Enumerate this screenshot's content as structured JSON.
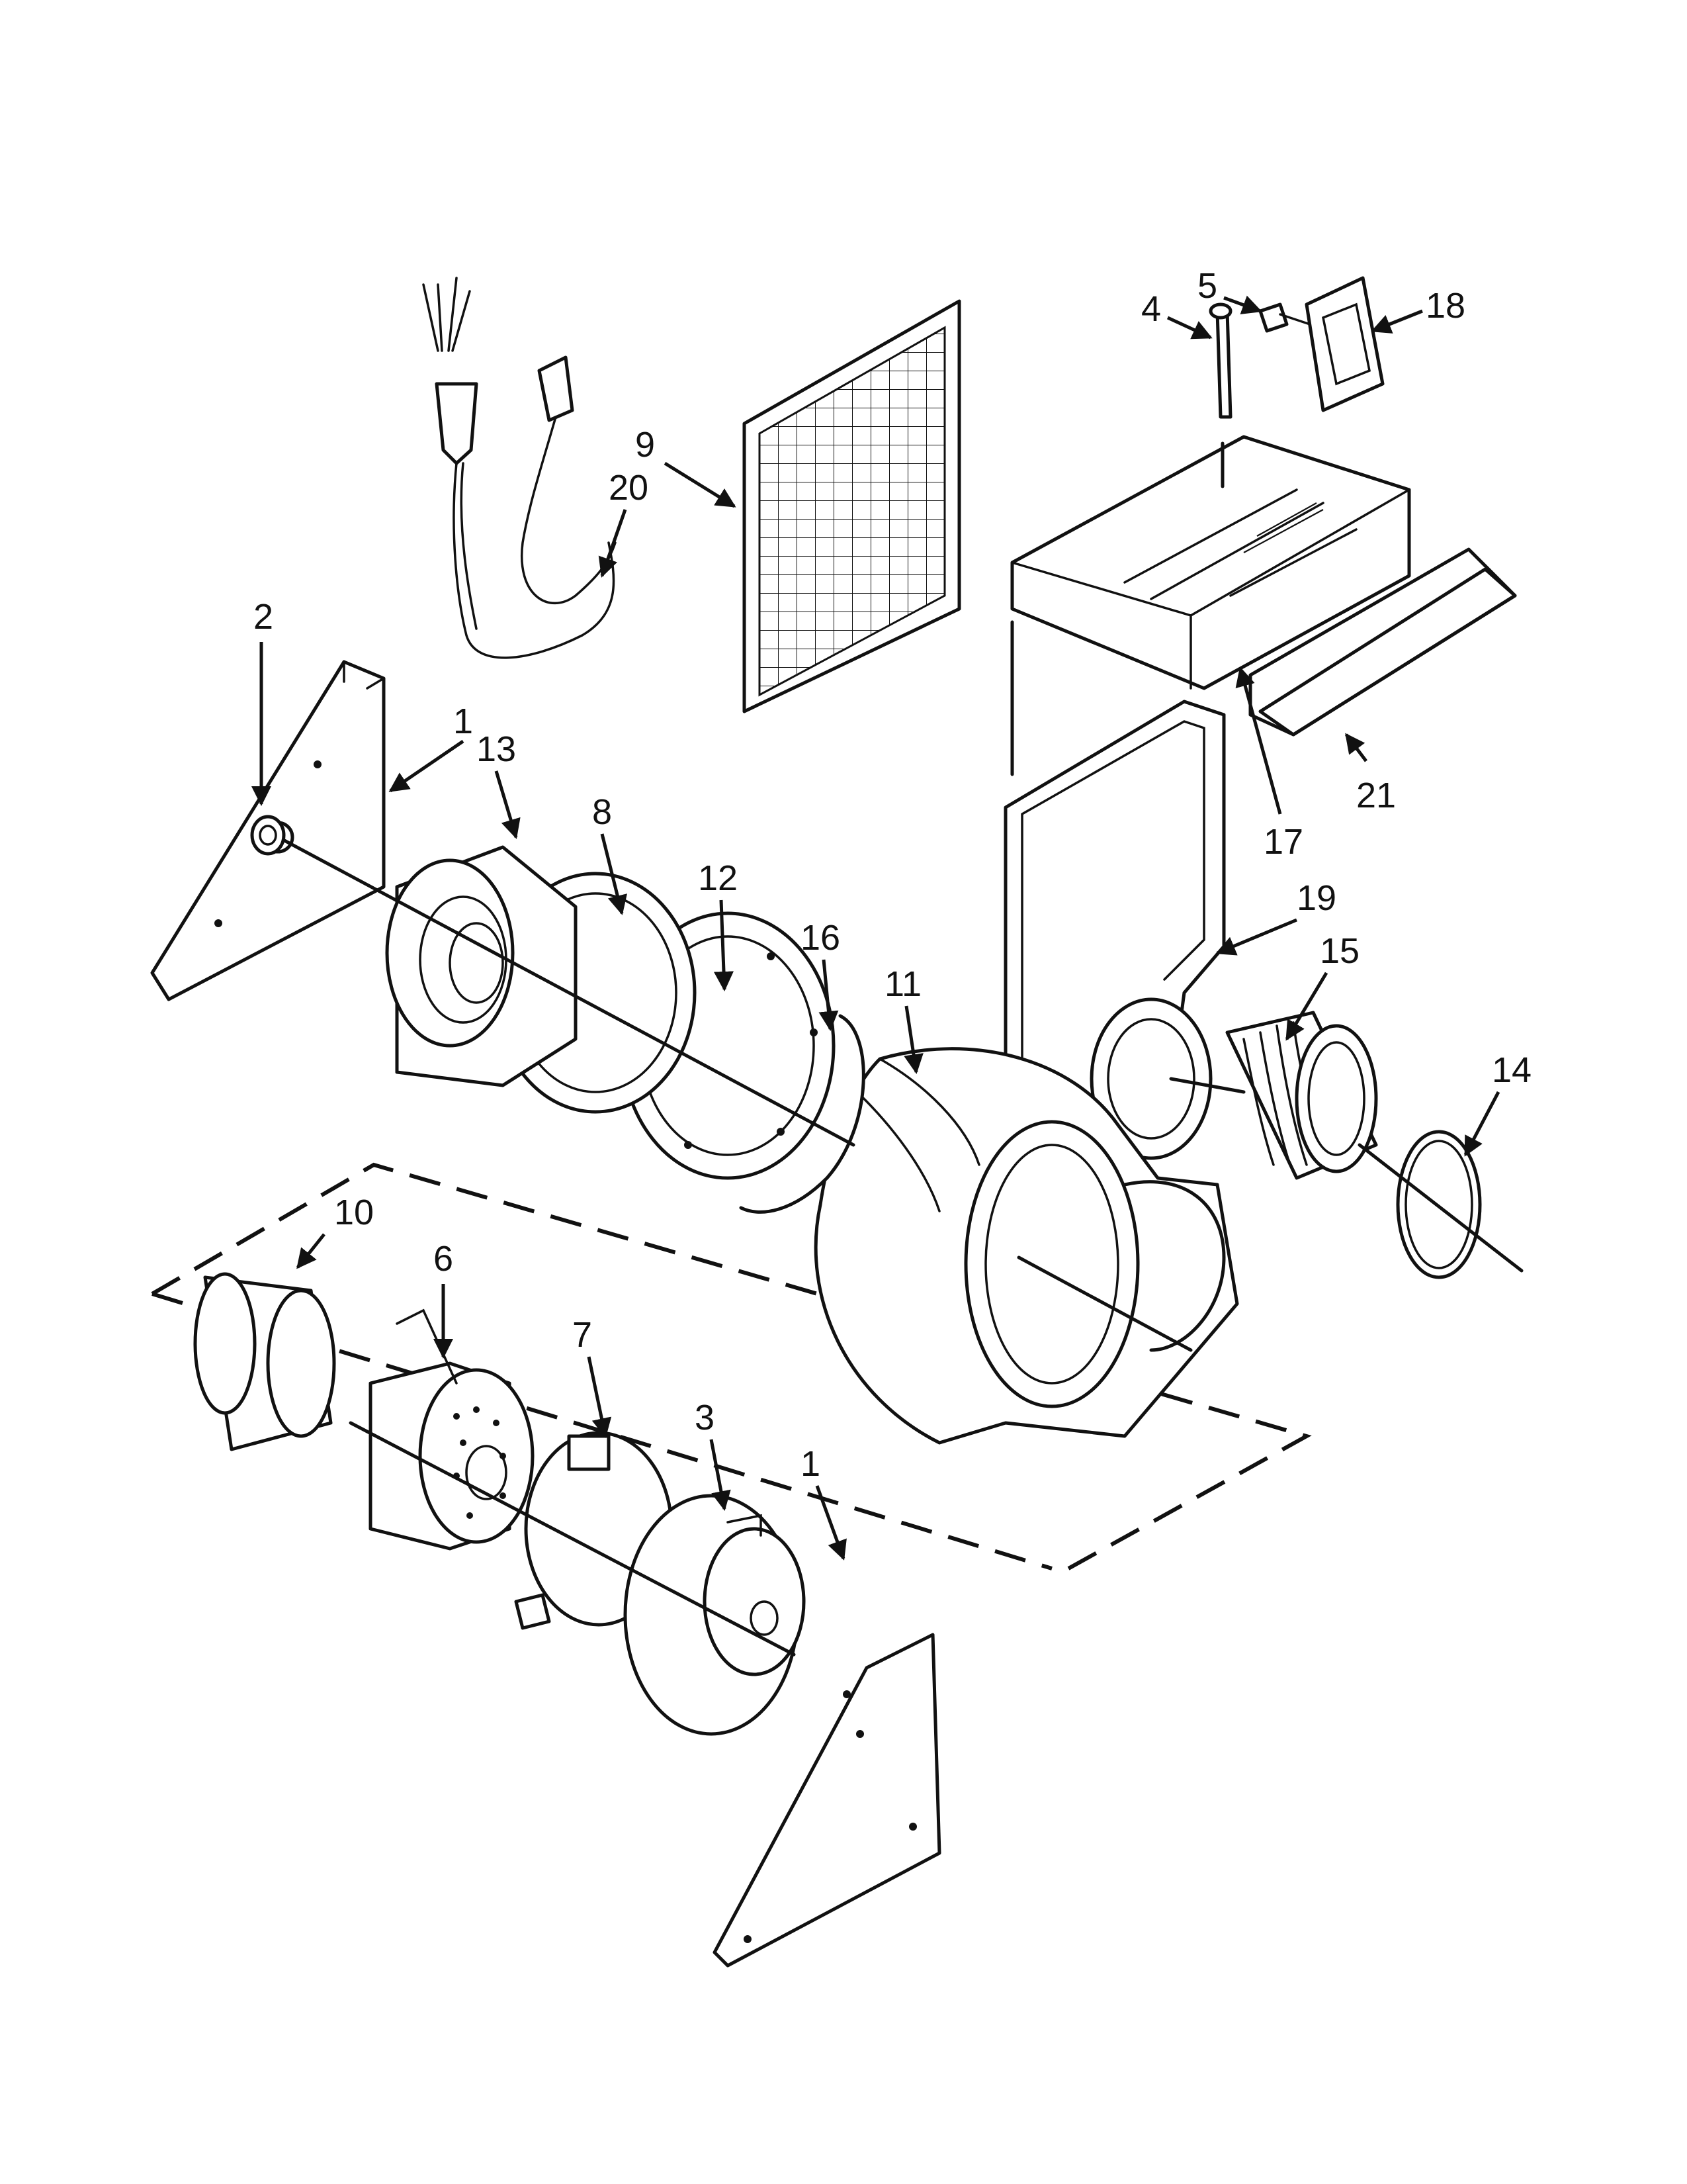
{
  "callouts": [
    {
      "id": "c1a",
      "label": "1"
    },
    {
      "id": "c1b",
      "label": "1"
    },
    {
      "id": "c2",
      "label": "2"
    },
    {
      "id": "c3",
      "label": "3"
    },
    {
      "id": "c4",
      "label": "4"
    },
    {
      "id": "c5",
      "label": "5"
    },
    {
      "id": "c6",
      "label": "6"
    },
    {
      "id": "c7",
      "label": "7"
    },
    {
      "id": "c8",
      "label": "8"
    },
    {
      "id": "c9",
      "label": "9"
    },
    {
      "id": "c10",
      "label": "10"
    },
    {
      "id": "c11",
      "label": "11"
    },
    {
      "id": "c12",
      "label": "12"
    },
    {
      "id": "c13",
      "label": "13"
    },
    {
      "id": "c14",
      "label": "14"
    },
    {
      "id": "c15",
      "label": "15"
    },
    {
      "id": "c16",
      "label": "16"
    },
    {
      "id": "c17",
      "label": "17"
    },
    {
      "id": "c18",
      "label": "18"
    },
    {
      "id": "c19",
      "label": "19"
    },
    {
      "id": "c20",
      "label": "20"
    },
    {
      "id": "c21",
      "label": "21"
    }
  ]
}
